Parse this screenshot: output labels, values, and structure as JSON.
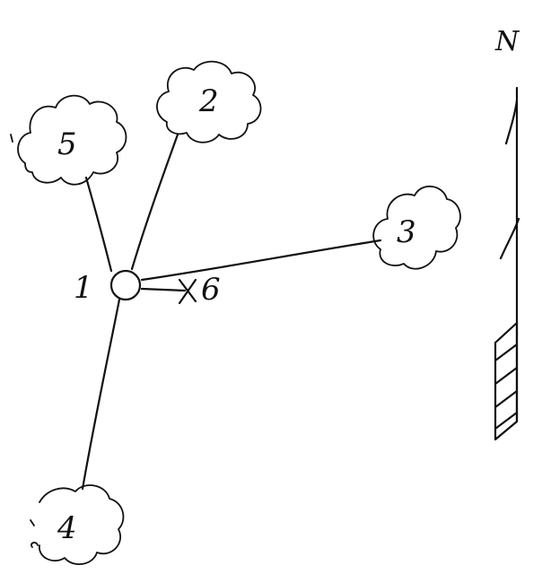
{
  "diagram": {
    "nodes": [
      {
        "id": "1",
        "label": "1",
        "shape": "circle"
      },
      {
        "id": "2",
        "label": "2",
        "shape": "cloud"
      },
      {
        "id": "3",
        "label": "3",
        "shape": "cloud"
      },
      {
        "id": "4",
        "label": "4",
        "shape": "cloud"
      },
      {
        "id": "5",
        "label": "5",
        "shape": "cloud"
      },
      {
        "id": "6",
        "label": "6",
        "shape": "cross"
      }
    ],
    "edges": [
      {
        "from": "1",
        "to": "2"
      },
      {
        "from": "1",
        "to": "3"
      },
      {
        "from": "1",
        "to": "4"
      },
      {
        "from": "1",
        "to": "5"
      },
      {
        "from": "1",
        "to": "6"
      }
    ],
    "north_arrow": {
      "label": "N"
    }
  },
  "colors": {
    "ink": "#111111",
    "background": "#ffffff"
  }
}
